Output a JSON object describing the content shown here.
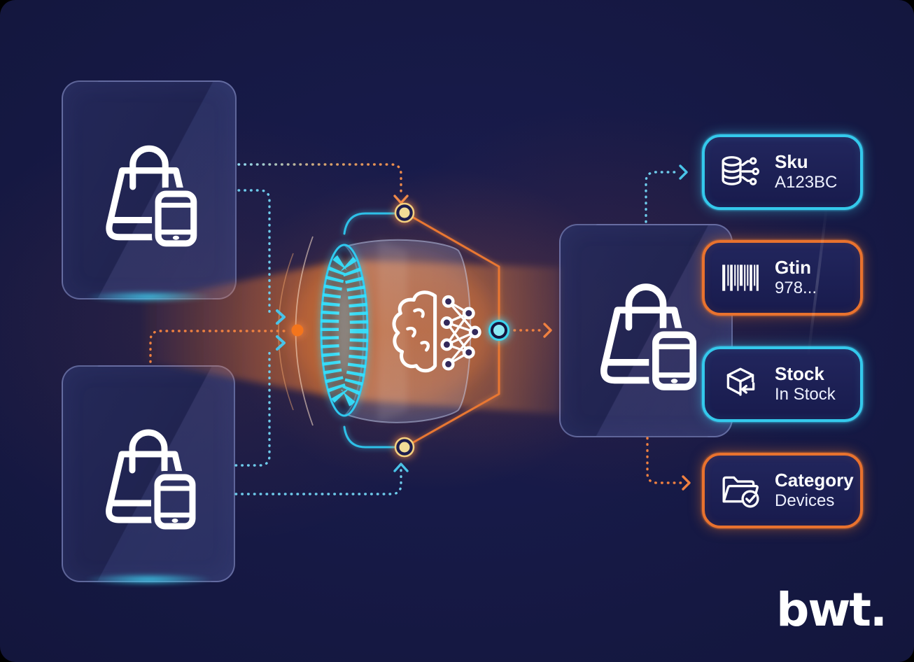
{
  "colors": {
    "cyan": "#34c9ec",
    "orange": "#e9722e",
    "background": "#14173f",
    "node-yellow": "#f2dc96",
    "node-cyan-fill": "#8deaf4",
    "beam-orange": "#f07a2e",
    "lens-cyan": "#35dcff",
    "card-border": "#a0acdf",
    "text": "#ffffff"
  },
  "sources": [
    {
      "name": "commerce-source-top",
      "icon": "shopping-bag-phone-icon"
    },
    {
      "name": "commerce-source-bottom",
      "icon": "shopping-bag-phone-icon"
    }
  ],
  "processor": {
    "name": "ai-matching-lens",
    "icon": "brain-neural-network-icon"
  },
  "output": {
    "name": "unified-product-card",
    "icon": "shopping-bag-phone-icon"
  },
  "attributes": [
    {
      "label": "Sku",
      "value": "A123BC",
      "accent": "cyan",
      "icon": "database-network-icon"
    },
    {
      "label": "Gtin",
      "value": "978...",
      "accent": "orange",
      "icon": "barcode-icon"
    },
    {
      "label": "Stock",
      "value": "In Stock",
      "accent": "cyan",
      "icon": "package-return-icon"
    },
    {
      "label": "Category",
      "value": "Devices",
      "accent": "orange",
      "icon": "folder-check-icon"
    }
  ],
  "logo": {
    "text": "bwt."
  }
}
